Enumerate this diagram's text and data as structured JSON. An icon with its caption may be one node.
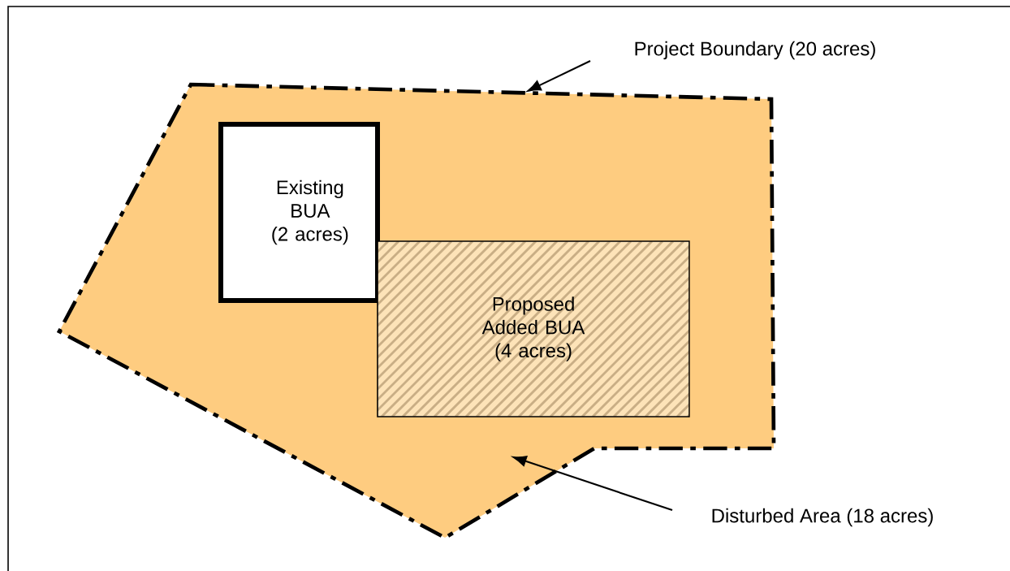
{
  "diagram": {
    "nodes": [
      {
        "text": [
          "Project Boundary (20 acres)"
        ]
      },
      {
        "text": [],
        "shape": "polygon"
      },
      {
        "text": [
          "Existing BUA (2 acres)"
        ],
        "in": 1
      },
      {
        "text": [
          "Proposed Added BUA (4 acres)"
        ],
        "in": 1
      },
      {
        "text": [
          "Disturbed Area (18 acres)"
        ]
      }
    ],
    "edges": [
      {
        "from": 0,
        "to": 1,
        "arrow": "to"
      },
      {
        "from": 4,
        "to": null,
        "arrow": "to"
      }
    ]
  }
}
